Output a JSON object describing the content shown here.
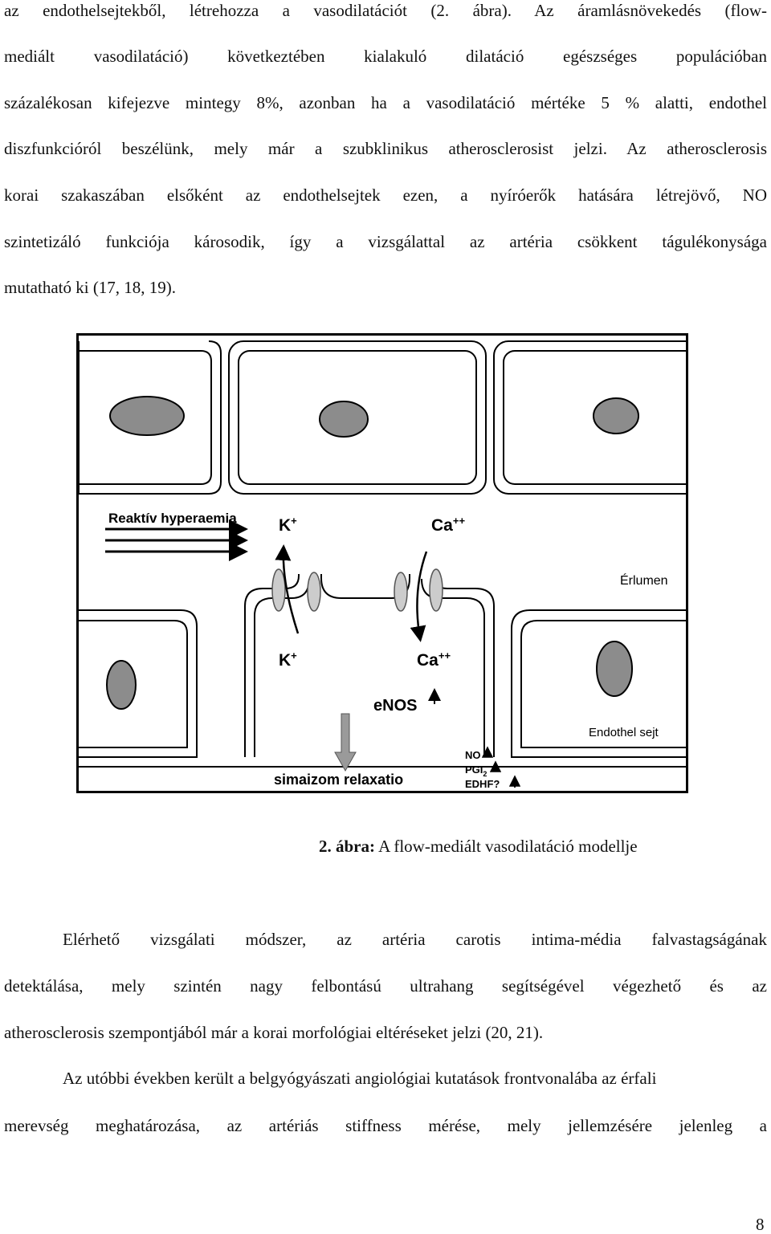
{
  "paragraph1": {
    "lines": [
      "az endothelsejtekből, létrehozza a vasodilatációt (2. ábra). Az áramlásnövekedés (flow-",
      "mediált vasodilatáció) következtében kialakuló dilatáció egészséges populációban",
      "százalékosan kifejezve mintegy 8%, azonban ha a vasodilatáció mértéke 5 % alatti, endothel",
      "diszfunkcióról beszélünk, mely már a szubklinikus atherosclerosist jelzi. Az atherosclerosis",
      "korai szakaszában elsőként az endothelsejtek ezen, a nyíróerők hatására létrejövő, NO",
      "szintetizáló funkciója károsodik, így a vizsgálattal az artéria csökkent tágulékonysága",
      "mutatható ki (17, 18, 19)."
    ]
  },
  "figure": {
    "label_reactive": "Reaktív hyperaemia",
    "k_top": "K",
    "k_top_sup": "+",
    "ca_top": "Ca",
    "ca_top_sup": "++",
    "lumen": "Érlumen",
    "k_bottom": "K",
    "k_bottom_sup": "+",
    "ca_bottom": "Ca",
    "ca_bottom_sup": "++",
    "enos": "eNOS",
    "endothel_cell": "Endothel sejt",
    "smooth_muscle": "simaizom relaxatio",
    "no": "NO",
    "pgi": "PGI",
    "pgi_sub": "2",
    "edhf": "EDHF?"
  },
  "caption": {
    "label": "2. ábra:",
    "text": " A flow-mediált vasodilatáció modellje"
  },
  "paragraph2": {
    "lines": [
      "Elérhető vizsgálati módszer, az artéria carotis intima-média falvastagságának",
      "detektálása, mely szintén nagy felbontású ultrahang segítségével végezhető és az",
      "atherosclerosis szempontjából már a korai morfológiai eltéréseket jelzi (20, 21)."
    ]
  },
  "paragraph3": {
    "lines": [
      "Az utóbbi években került a belgyógyászati angiológiai kutatások frontvonalába az érfali",
      "merevség meghatározása, az artériás stiffness mérése, mely jellemzésére jelenleg a"
    ]
  },
  "page_number": "8",
  "colors": {
    "text": "#111111",
    "nucleus": "#8c8c8c",
    "channel": "#cccccc",
    "arrow_fill": "#9a9a9a"
  }
}
